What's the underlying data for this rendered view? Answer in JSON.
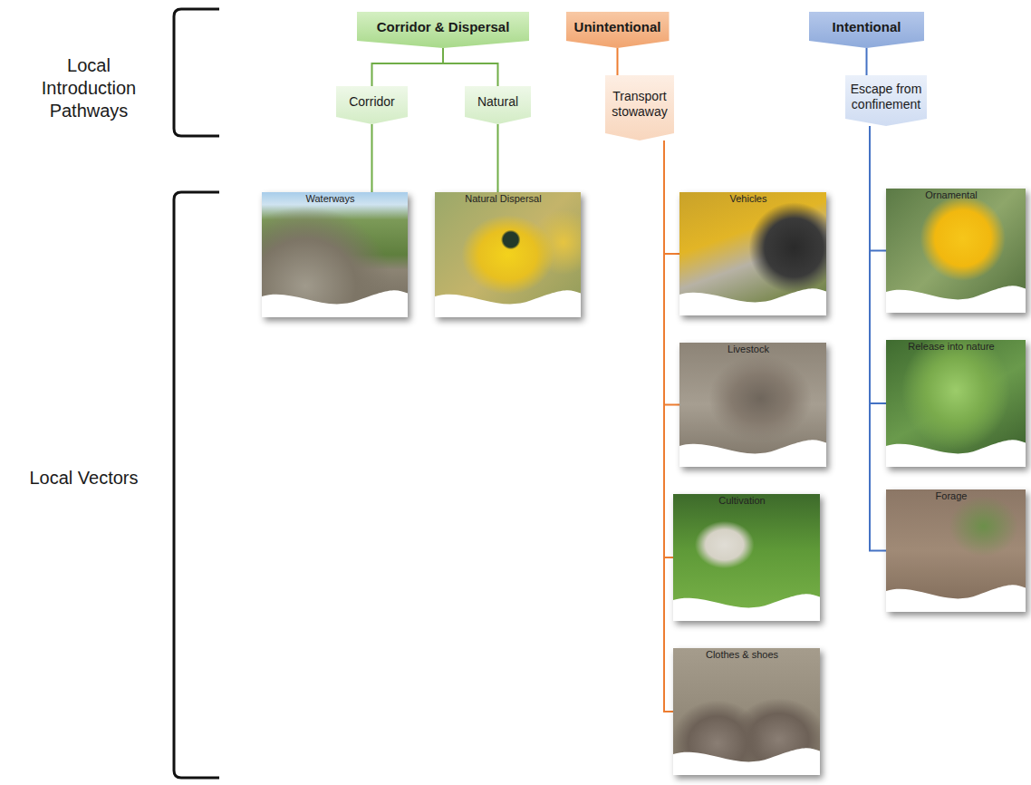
{
  "diagram": {
    "nodes": [
      {
        "text": [
          "Corridor & Dispersal"
        ]
      },
      {
        "text": [
          "Corridor"
        ]
      },
      {
        "text": [
          "Natural"
        ]
      },
      {
        "text": [
          "Unintentional"
        ]
      },
      {
        "text": [
          "Transport stowaway"
        ]
      },
      {
        "text": [
          "Intentional"
        ]
      },
      {
        "text": [
          "Escape from confinement"
        ]
      },
      {
        "text": [
          "Waterways"
        ]
      },
      {
        "text": [
          "Natural Dispersal"
        ]
      },
      {
        "text": [
          "Vehicles"
        ]
      },
      {
        "text": [
          "Livestock"
        ]
      },
      {
        "text": [
          "Cultivation"
        ]
      },
      {
        "text": [
          "Clothes & shoes"
        ]
      },
      {
        "text": [
          "Ornamental"
        ]
      },
      {
        "text": [
          "Release into nature"
        ]
      },
      {
        "text": [
          "Forage"
        ]
      }
    ],
    "edges": [
      {
        "from": 0,
        "to": 1,
        "arrow": "none"
      },
      {
        "from": 0,
        "to": 2,
        "arrow": "none"
      },
      {
        "from": 1,
        "to": 7,
        "arrow": "none"
      },
      {
        "from": 2,
        "to": 8,
        "arrow": "none"
      },
      {
        "from": 3,
        "to": 4,
        "arrow": "none"
      },
      {
        "from": 4,
        "to": 9,
        "arrow": "none"
      },
      {
        "from": 4,
        "to": 10,
        "arrow": "none"
      },
      {
        "from": 4,
        "to": 11,
        "arrow": "none"
      },
      {
        "from": 4,
        "to": 12,
        "arrow": "none"
      },
      {
        "from": 5,
        "to": 6,
        "arrow": "none"
      },
      {
        "from": 6,
        "to": 13,
        "arrow": "none"
      },
      {
        "from": 6,
        "to": 14,
        "arrow": "none"
      },
      {
        "from": 6,
        "to": 15,
        "arrow": "none"
      }
    ],
    "labels": [
      "Local Introduction Pathways",
      "Local Vectors"
    ]
  }
}
